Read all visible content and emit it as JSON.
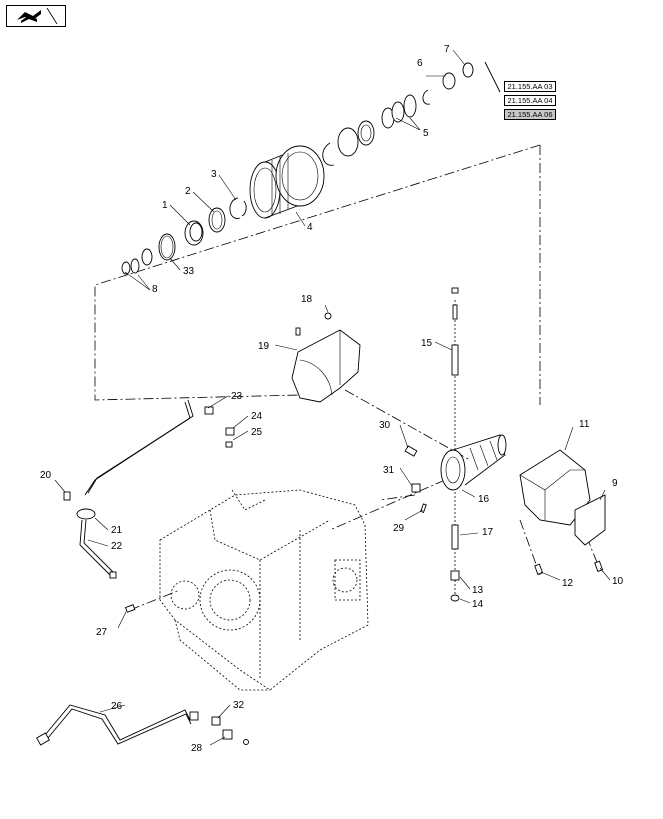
{
  "nav": {
    "icon": "book-arrow-icon"
  },
  "references": [
    {
      "label": "21.155.AA 03",
      "active": false
    },
    {
      "label": "21.155.AA 04",
      "active": false
    },
    {
      "label": "21.155.AA 06",
      "active": true
    }
  ],
  "callouts": {
    "c1": "1",
    "c2": "2",
    "c3": "3",
    "c4": "4",
    "c5": "5",
    "c6": "6",
    "c7": "7",
    "c8": "8",
    "c9": "9",
    "c10": "10",
    "c11": "11",
    "c12": "12",
    "c13": "13",
    "c14": "14",
    "c15": "15",
    "c16": "16",
    "c17": "17",
    "c18": "18",
    "c19": "19",
    "c20": "20",
    "c21": "21",
    "c22": "22",
    "c23": "23",
    "c24": "24",
    "c25": "25",
    "c26": "26",
    "c27": "27",
    "c28": "28",
    "c29": "29",
    "c30": "30",
    "c31": "31",
    "c32": "32",
    "c33": "33"
  }
}
